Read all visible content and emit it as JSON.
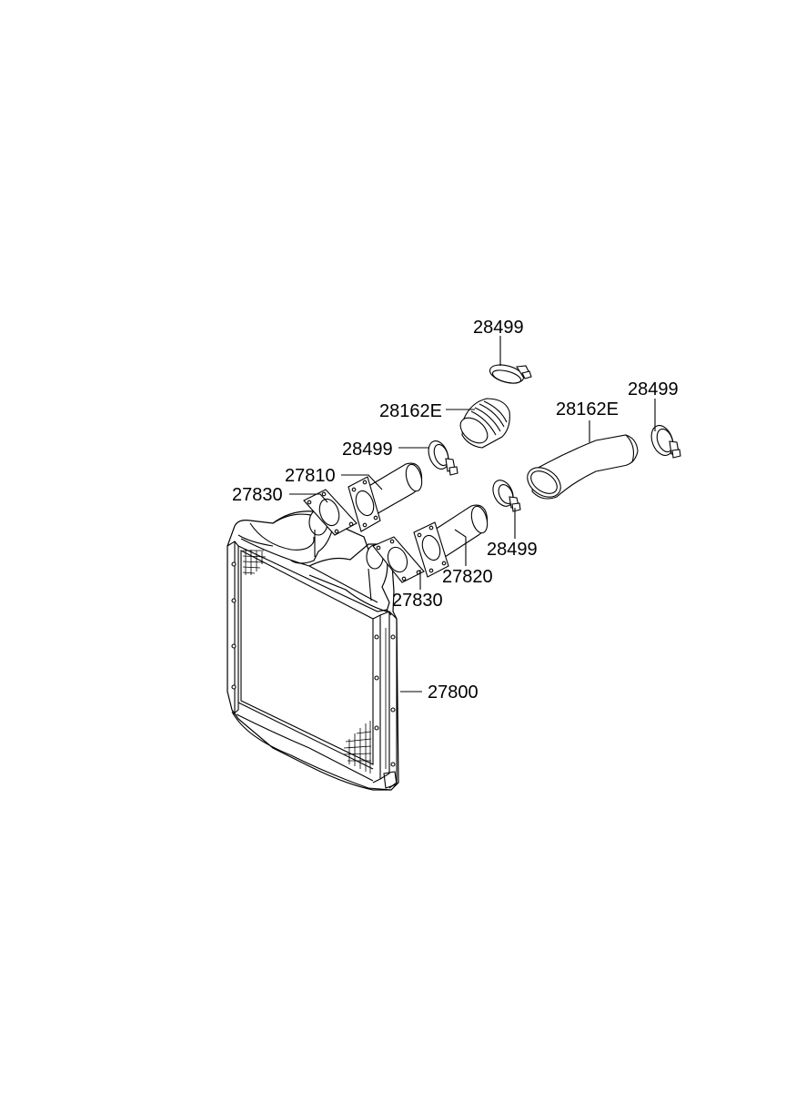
{
  "diagram": {
    "labels": {
      "clamp_top": "28499",
      "hose_small": "28162E",
      "hose_large": "28162E",
      "clamp_right": "28499",
      "clamp_left": "28499",
      "pipe_upper": "27810",
      "gasket_upper": "27830",
      "clamp_lower": "28499",
      "pipe_lower": "27820",
      "gasket_lower": "27830",
      "intercooler": "27800"
    }
  }
}
